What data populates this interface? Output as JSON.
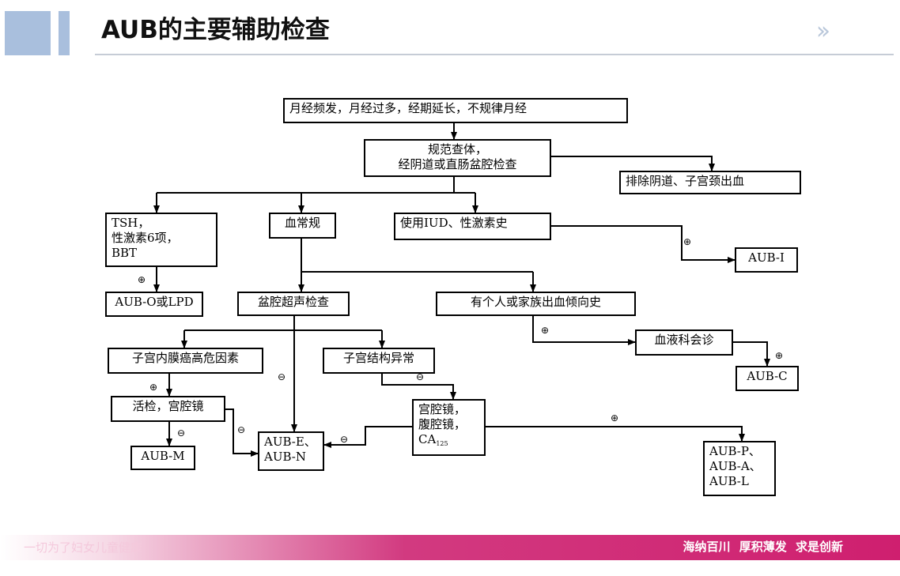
{
  "header": {
    "title": "AUB的主要辅助检查",
    "next_arrows": "››"
  },
  "flowchart": {
    "start": "月经频发，月经过多，经期延长，不规律月经",
    "exam_line1": "规范查体，",
    "exam_line2": "经阴道或直肠盆腔检查",
    "exclude": "排除阴道、子宫颈出血",
    "tests_line1": "TSH，",
    "tests_line2": "性激素6项，",
    "tests_line3": "BBT",
    "blood_routine": "血常规",
    "iud_history": "使用IUD、性激素史",
    "aub_o": "AUB-O或LPD",
    "aub_i": "AUB-I",
    "ultrasound": "盆腔超声检查",
    "bleeding_history": "有个人或家族出血倾向史",
    "hematology": "血液科会诊",
    "aub_c": "AUB-C",
    "cancer_risk": "子宫内膜癌高危因素",
    "structure_abnormal": "子宫结构异常",
    "biopsy": "活检，宫腔镜",
    "scopes_line1": "宫腔镜，",
    "scopes_line2": "腹腔镜，",
    "ca_main": "CA",
    "ca_sub": "125",
    "aub_m": "AUB-M",
    "aub_en_line1": "AUB-E、",
    "aub_en_line2": "AUB-N",
    "aub_pal_line1": "AUB-P、",
    "aub_pal_line2": "AUB-A、",
    "aub_pal_line3": "AUB-L",
    "pos": "⊕",
    "neg": "⊖"
  },
  "footer": {
    "left_text": "一切为了妇女儿童健康",
    "right_text": "海纳百川 厚积薄发 求是创新"
  },
  "colors": {
    "accent_blue": "#a9bfdd",
    "footer_magenta": "#cf1f6f"
  }
}
